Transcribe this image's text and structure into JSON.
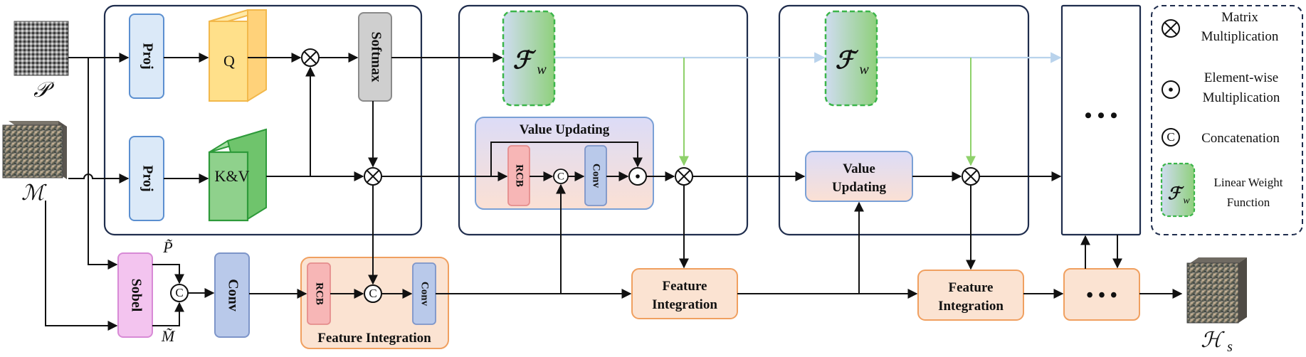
{
  "inputs": {
    "pan_symbol": "𝒫",
    "ms_symbol": "ℳ",
    "output_symbol": "ℋ",
    "output_subscript": "s",
    "pan_tilde": "P̃",
    "ms_tilde": "M̃"
  },
  "attention": {
    "proj_top": "Proj",
    "proj_bottom": "Proj",
    "q": "Q",
    "kv": "K&V",
    "softmax": "Softmax"
  },
  "weight_block_1": {
    "symbol": "ℱ",
    "sub": "w"
  },
  "weight_block_2": {
    "symbol": "ℱ",
    "sub": "w"
  },
  "value_updating_1": {
    "title": "Value Updating",
    "rcb": "RCB",
    "concat": "C",
    "conv": "Conv"
  },
  "value_updating_2": {
    "title_line1": "Value",
    "title_line2": "Updating"
  },
  "sobel_branch": {
    "sobel": "Sobel",
    "concat": "C",
    "conv": "Conv"
  },
  "feature_integration_1": {
    "rcb": "RCB",
    "concat": "C",
    "conv": "Conv",
    "title": "Feature Integration"
  },
  "feature_integration_2": {
    "line1": "Feature",
    "line2": "Integration"
  },
  "feature_integration_3": {
    "line1": "Feature",
    "line2": "Integration"
  },
  "ellipsis_tall": "• • •",
  "ellipsis_small": "• • •",
  "legend": {
    "matrix_line1": "Matrix",
    "matrix_line2": "Multiplication",
    "elem_line1": "Element-wise",
    "elem_line2": "Multiplication",
    "concat_symbol": "C",
    "concat_label": "Concatenation",
    "weight_symbol": "ℱ",
    "weight_sub": "w",
    "weight_line1": "Linear Weight",
    "weight_line2": "Function"
  },
  "colors": {
    "dark_border": "#1f2d4d",
    "proj_fill": "#dbe9f8",
    "proj_stroke": "#5b8fd0",
    "q_fill": "#ffe08a",
    "q_stroke": "#f2b84b",
    "kv_fill": "#8fd18c",
    "kv_stroke": "#2e9a3a",
    "softmax_fill": "#cfcfcf",
    "rcb_fill": "#f7b6b6",
    "conv_fill": "#b9c9ea",
    "orange_fill": "#fbe3d2",
    "orange_stroke": "#f0a060",
    "sobel_fill": "#f3c4ef",
    "sobel_stroke": "#d88ad6",
    "green_dash": "#3bb54a",
    "faint_arrow": "#b9d3ec",
    "green_arrow": "#8ed16a"
  }
}
